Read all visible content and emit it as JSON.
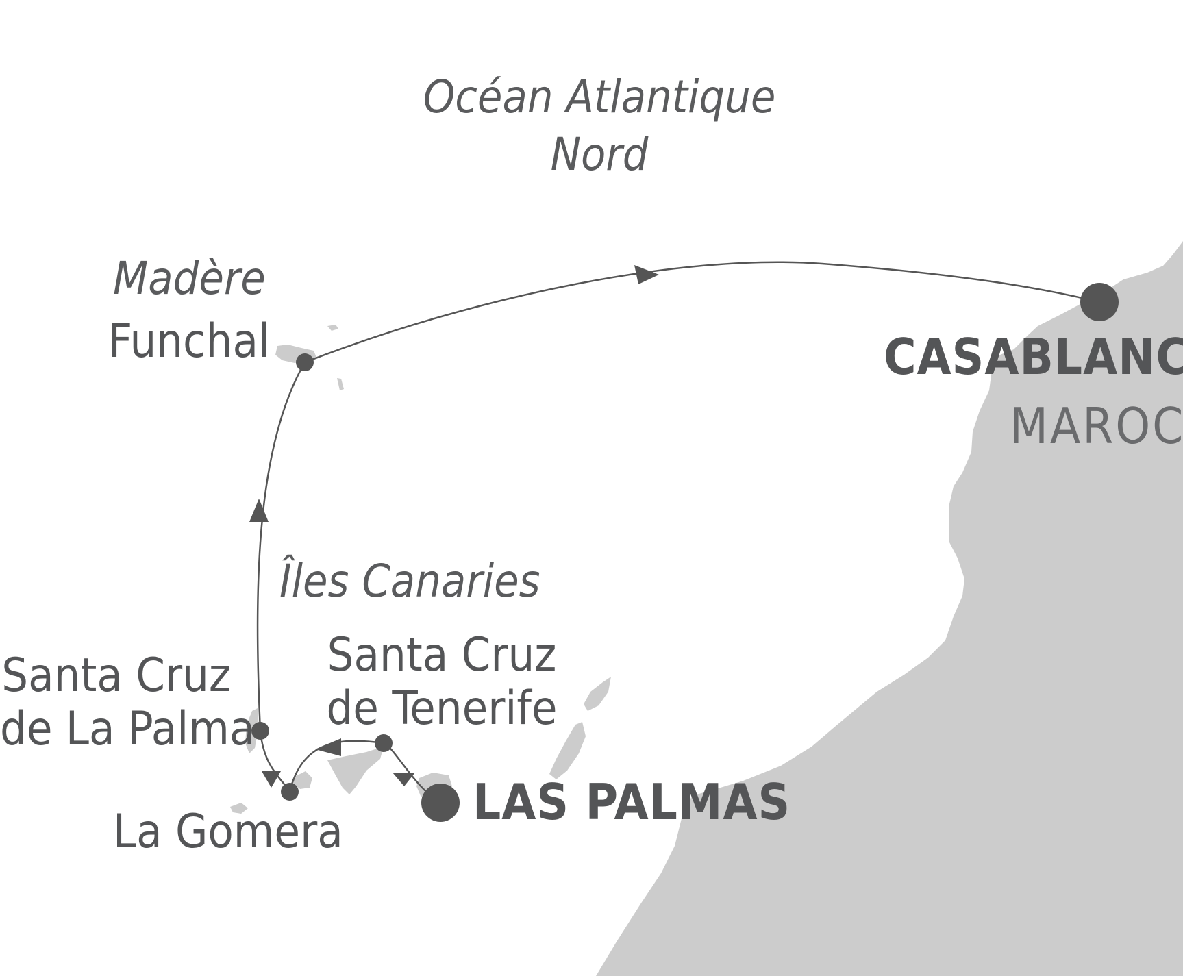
{
  "colors": {
    "land": "#cccccc",
    "route": "#555555",
    "text": "#545557"
  },
  "regions": {
    "ocean_line1": "Océan Atlantique",
    "ocean_line2": "Nord",
    "madeira": "Madère",
    "canaries": "Îles Canaries"
  },
  "ports": {
    "funchal": "Funchal",
    "santa_cruz_la_palma_line1": "Santa Cruz",
    "santa_cruz_la_palma_line2": "de La Palma",
    "santa_cruz_tenerife_line1": "Santa Cruz",
    "santa_cruz_tenerife_line2": "de Tenerife",
    "la_gomera": "La Gomera",
    "las_palmas": "LAS PALMAS",
    "casablanca": "CASABLANCA"
  },
  "countries": {
    "morocco": "MAROC"
  }
}
